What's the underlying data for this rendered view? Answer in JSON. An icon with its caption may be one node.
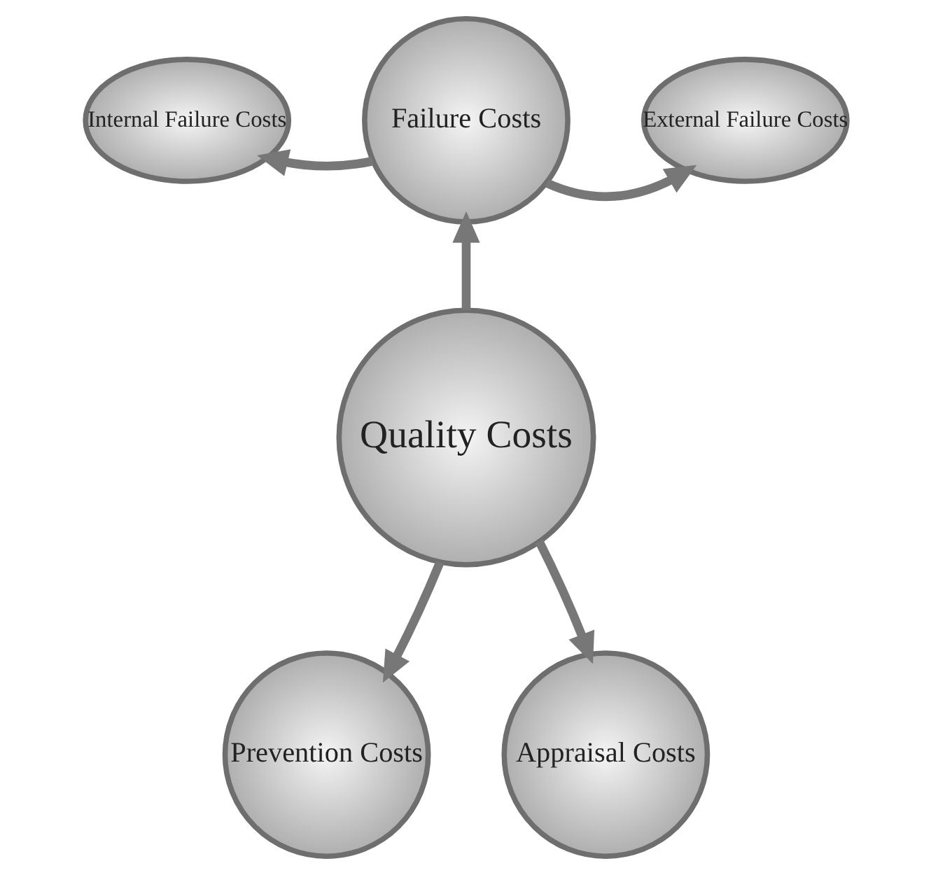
{
  "diagram": {
    "nodes": [
      {
        "text": [
          "Quality Costs"
        ]
      },
      {
        "text": [
          "Failure Costs"
        ]
      },
      {
        "text": [
          "Internal Failure Costs"
        ]
      },
      {
        "text": [
          "External Failure Costs"
        ]
      },
      {
        "text": [
          "Prevention Costs"
        ]
      },
      {
        "text": [
          "Appraisal Costs"
        ]
      }
    ],
    "edges": [
      {
        "from": 0,
        "to": 1,
        "arrow": "to"
      },
      {
        "from": 1,
        "to": 2,
        "arrow": "to"
      },
      {
        "from": 1,
        "to": 3,
        "arrow": "to"
      },
      {
        "from": 0,
        "to": 4,
        "arrow": "to"
      },
      {
        "from": 0,
        "to": 5,
        "arrow": "to"
      }
    ]
  }
}
